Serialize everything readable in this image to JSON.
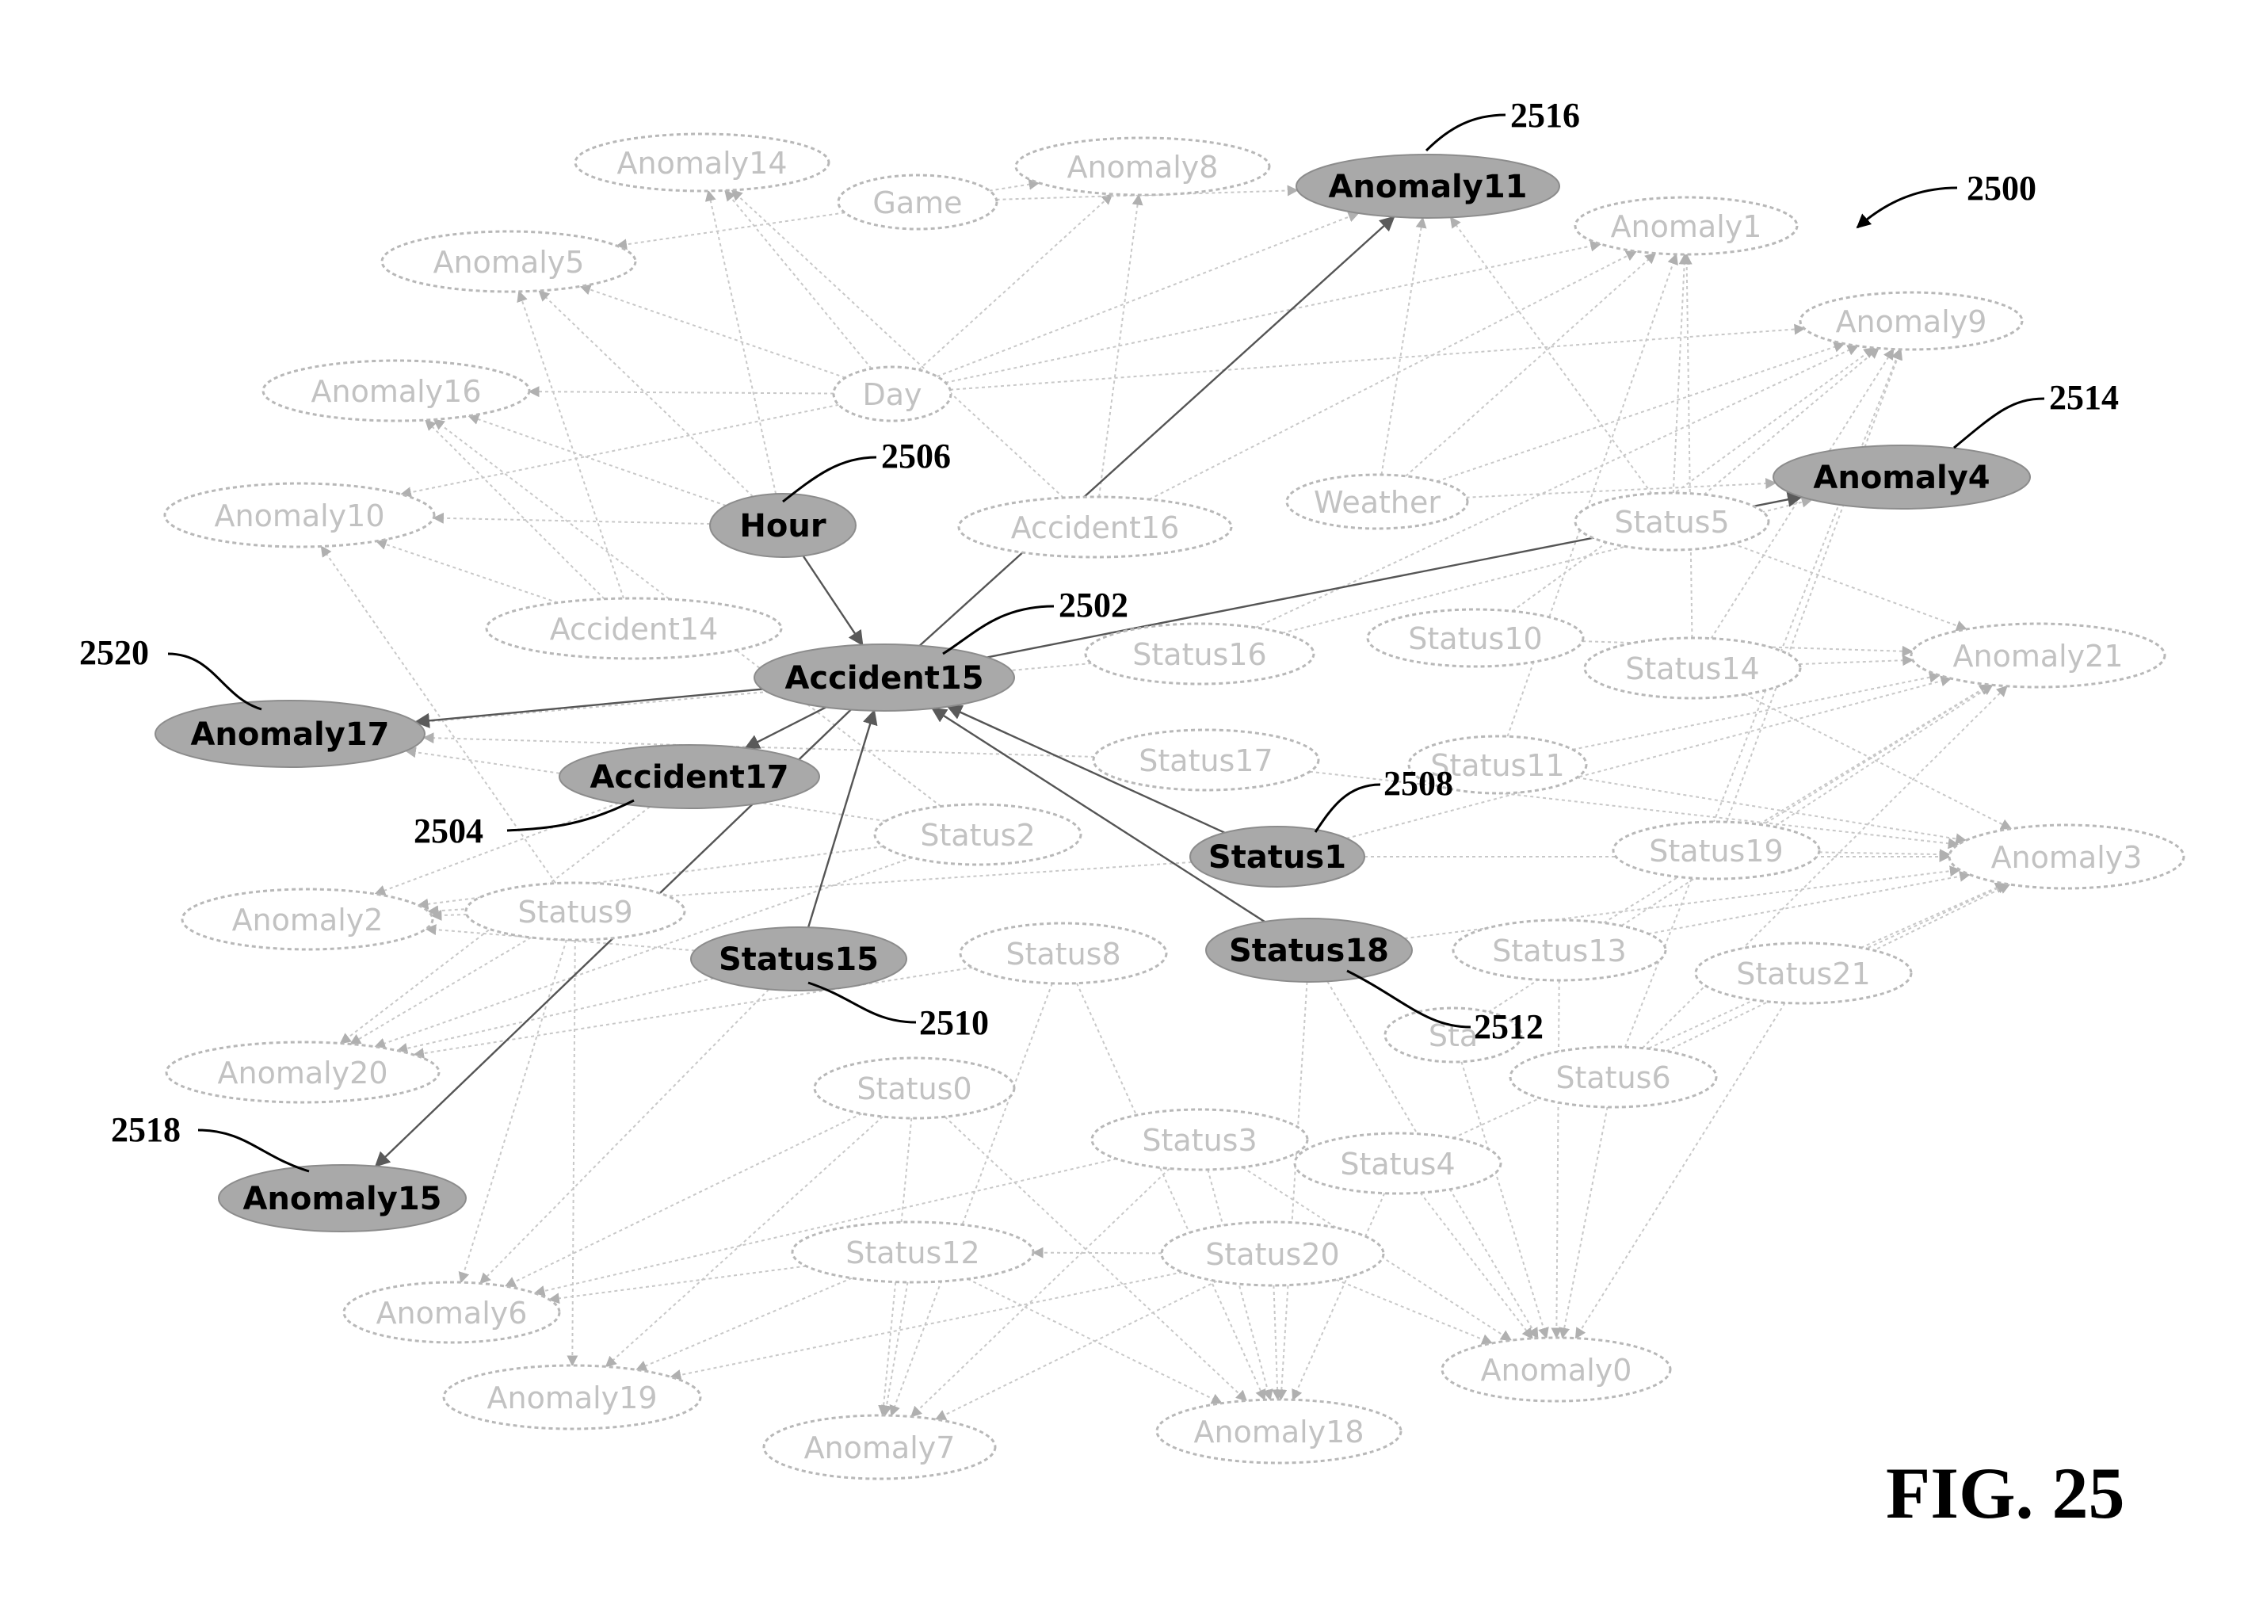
{
  "figure": {
    "title": "FIG. 25",
    "reference": "2500"
  },
  "nodes": [
    {
      "id": "Anomaly14",
      "label": "Anomaly14",
      "highlight": false
    },
    {
      "id": "Anomaly8",
      "label": "Anomaly8",
      "highlight": false
    },
    {
      "id": "Anomaly11",
      "label": "Anomaly11",
      "highlight": true
    },
    {
      "id": "Game",
      "label": "Game",
      "highlight": false
    },
    {
      "id": "Anomaly1",
      "label": "Anomaly1",
      "highlight": false
    },
    {
      "id": "Anomaly5",
      "label": "Anomaly5",
      "highlight": false
    },
    {
      "id": "Anomaly9",
      "label": "Anomaly9",
      "highlight": false
    },
    {
      "id": "Anomaly16",
      "label": "Anomaly16",
      "highlight": false
    },
    {
      "id": "Day",
      "label": "Day",
      "highlight": false
    },
    {
      "id": "Anomaly4",
      "label": "Anomaly4",
      "highlight": true
    },
    {
      "id": "Anomaly10",
      "label": "Anomaly10",
      "highlight": false
    },
    {
      "id": "Hour",
      "label": "Hour",
      "highlight": true
    },
    {
      "id": "Accident16",
      "label": "Accident16",
      "highlight": false
    },
    {
      "id": "Weather",
      "label": "Weather",
      "highlight": false
    },
    {
      "id": "Status5",
      "label": "Status5",
      "highlight": false
    },
    {
      "id": "Accident14",
      "label": "Accident14",
      "highlight": false
    },
    {
      "id": "Status16",
      "label": "Status16",
      "highlight": false
    },
    {
      "id": "Status10",
      "label": "Status10",
      "highlight": false
    },
    {
      "id": "Status14",
      "label": "Status14",
      "highlight": false
    },
    {
      "id": "Anomaly21",
      "label": "Anomaly21",
      "highlight": false
    },
    {
      "id": "Accident15",
      "label": "Accident15",
      "highlight": true
    },
    {
      "id": "Anomaly17",
      "label": "Anomaly17",
      "highlight": true
    },
    {
      "id": "Status17",
      "label": "Status17",
      "highlight": false
    },
    {
      "id": "Status11",
      "label": "Status11",
      "highlight": false
    },
    {
      "id": "Accident17",
      "label": "Accident17",
      "highlight": true
    },
    {
      "id": "Status2",
      "label": "Status2",
      "highlight": false
    },
    {
      "id": "Status1",
      "label": "Status1",
      "highlight": true
    },
    {
      "id": "Status19",
      "label": "Status19",
      "highlight": false
    },
    {
      "id": "Anomaly3",
      "label": "Anomaly3",
      "highlight": false
    },
    {
      "id": "Anomaly2",
      "label": "Anomaly2",
      "highlight": false
    },
    {
      "id": "Status9",
      "label": "Status9",
      "highlight": false
    },
    {
      "id": "Status15",
      "label": "Status15",
      "highlight": true
    },
    {
      "id": "Status8",
      "label": "Status8",
      "highlight": false
    },
    {
      "id": "Status18",
      "label": "Status18",
      "highlight": true
    },
    {
      "id": "Status13",
      "label": "Status13",
      "highlight": false
    },
    {
      "id": "Status21",
      "label": "Status21",
      "highlight": false
    },
    {
      "id": "Status7",
      "label": "Sta",
      "highlight": false
    },
    {
      "id": "Anomaly20",
      "label": "Anomaly20",
      "highlight": false
    },
    {
      "id": "Status0",
      "label": "Status0",
      "highlight": false
    },
    {
      "id": "Status6",
      "label": "Status6",
      "highlight": false
    },
    {
      "id": "Anomaly15",
      "label": "Anomaly15",
      "highlight": true
    },
    {
      "id": "Status3",
      "label": "Status3",
      "highlight": false
    },
    {
      "id": "Status4",
      "label": "Status4",
      "highlight": false
    },
    {
      "id": "Status12",
      "label": "Status12",
      "highlight": false
    },
    {
      "id": "Status20",
      "label": "Status20",
      "highlight": false
    },
    {
      "id": "Anomaly6",
      "label": "Anomaly6",
      "highlight": false
    },
    {
      "id": "Anomaly0",
      "label": "Anomaly0",
      "highlight": false
    },
    {
      "id": "Anomaly19",
      "label": "Anomaly19",
      "highlight": false
    },
    {
      "id": "Anomaly7",
      "label": "Anomaly7",
      "highlight": false
    },
    {
      "id": "Anomaly18",
      "label": "Anomaly18",
      "highlight": false
    }
  ],
  "highlight_edges": [
    [
      "Hour",
      "Accident15"
    ],
    [
      "Accident15",
      "Anomaly17"
    ],
    [
      "Accident15",
      "Accident17"
    ],
    [
      "Accident15",
      "Anomaly11"
    ],
    [
      "Accident15",
      "Anomaly4"
    ],
    [
      "Status1",
      "Accident15"
    ],
    [
      "Status18",
      "Accident15"
    ],
    [
      "Status15",
      "Accident15"
    ],
    [
      "Accident15",
      "Anomaly15"
    ]
  ],
  "background_edges": [
    [
      "Day",
      "Anomaly14"
    ],
    [
      "Day",
      "Anomaly8"
    ],
    [
      "Day",
      "Anomaly11"
    ],
    [
      "Day",
      "Anomaly1"
    ],
    [
      "Day",
      "Anomaly5"
    ],
    [
      "Day",
      "Anomaly9"
    ],
    [
      "Day",
      "Anomaly16"
    ],
    [
      "Day",
      "Anomaly10"
    ],
    [
      "Game",
      "Anomaly8"
    ],
    [
      "Game",
      "Anomaly5"
    ],
    [
      "Game",
      "Anomaly11"
    ],
    [
      "Hour",
      "Anomaly14"
    ],
    [
      "Hour",
      "Anomaly16"
    ],
    [
      "Hour",
      "Anomaly10"
    ],
    [
      "Hour",
      "Anomaly5"
    ],
    [
      "Weather",
      "Anomaly11"
    ],
    [
      "Weather",
      "Anomaly1"
    ],
    [
      "Weather",
      "Anomaly9"
    ],
    [
      "Weather",
      "Anomaly4"
    ],
    [
      "Accident16",
      "Anomaly8"
    ],
    [
      "Accident16",
      "Anomaly1"
    ],
    [
      "Accident16",
      "Anomaly14"
    ],
    [
      "Accident14",
      "Anomaly16"
    ],
    [
      "Accident14",
      "Anomaly10"
    ],
    [
      "Accident14",
      "Anomaly5"
    ],
    [
      "Status5",
      "Anomaly1"
    ],
    [
      "Status5",
      "Anomaly9"
    ],
    [
      "Status5",
      "Anomaly21"
    ],
    [
      "Status5",
      "Anomaly11"
    ],
    [
      "Status16",
      "Anomaly9"
    ],
    [
      "Status16",
      "Anomaly4"
    ],
    [
      "Status10",
      "Anomaly21"
    ],
    [
      "Status14",
      "Anomaly21"
    ],
    [
      "Status14",
      "Anomaly3"
    ],
    [
      "Status14",
      "Anomaly9"
    ],
    [
      "Status17",
      "Anomaly3"
    ],
    [
      "Status11",
      "Anomaly3"
    ],
    [
      "Status11",
      "Anomaly21"
    ],
    [
      "Status19",
      "Anomaly3"
    ],
    [
      "Status19",
      "Anomaly21"
    ],
    [
      "Status13",
      "Anomaly3"
    ],
    [
      "Status13",
      "Anomaly21"
    ],
    [
      "Status21",
      "Anomaly3"
    ],
    [
      "Status2",
      "Anomaly17"
    ],
    [
      "Status2",
      "Anomaly2"
    ],
    [
      "Status2",
      "Anomaly16"
    ],
    [
      "Status9",
      "Anomaly2"
    ],
    [
      "Status9",
      "Anomaly20"
    ],
    [
      "Status9",
      "Anomaly6"
    ],
    [
      "Status9",
      "Anomaly19"
    ],
    [
      "Status9",
      "Anomaly10"
    ],
    [
      "Status8",
      "Anomaly7"
    ],
    [
      "Status8",
      "Anomaly18"
    ],
    [
      "Status8",
      "Anomaly20"
    ],
    [
      "Status0",
      "Anomaly7"
    ],
    [
      "Status0",
      "Anomaly19"
    ],
    [
      "Status0",
      "Anomaly6"
    ],
    [
      "Status0",
      "Anomaly18"
    ],
    [
      "Status3",
      "Anomaly18"
    ],
    [
      "Status3",
      "Anomaly7"
    ],
    [
      "Status3",
      "Anomaly0"
    ],
    [
      "Status4",
      "Anomaly0"
    ],
    [
      "Status4",
      "Anomaly18"
    ],
    [
      "Status6",
      "Anomaly0"
    ],
    [
      "Status6",
      "Anomaly3"
    ],
    [
      "Status6",
      "Anomaly21"
    ],
    [
      "Status7",
      "Anomaly0"
    ],
    [
      "Status7",
      "Anomaly21"
    ],
    [
      "Status12",
      "Anomaly7"
    ],
    [
      "Status12",
      "Anomaly19"
    ],
    [
      "Status12",
      "Anomaly6"
    ],
    [
      "Status12",
      "Anomaly18"
    ],
    [
      "Status20",
      "Anomaly18"
    ],
    [
      "Status20",
      "Anomaly7"
    ],
    [
      "Status20",
      "Anomaly0"
    ],
    [
      "Status20",
      "Anomaly19"
    ],
    [
      "Status20",
      "Status12"
    ],
    [
      "Status15",
      "Anomaly20"
    ],
    [
      "Status15",
      "Anomaly6"
    ],
    [
      "Status15",
      "Anomaly2"
    ],
    [
      "Status18",
      "Anomaly18"
    ],
    [
      "Status18",
      "Anomaly0"
    ],
    [
      "Status18",
      "Anomaly3"
    ],
    [
      "Status1",
      "Anomaly21"
    ],
    [
      "Status1",
      "Anomaly3"
    ],
    [
      "Status1",
      "Anomaly2"
    ],
    [
      "Accident17",
      "Anomaly2"
    ],
    [
      "Accident17",
      "Anomaly20"
    ],
    [
      "Status13",
      "Anomaly0"
    ],
    [
      "Status21",
      "Anomaly0"
    ],
    [
      "Status10",
      "Anomaly9"
    ],
    [
      "Status17",
      "Anomaly17"
    ],
    [
      "Status2",
      "Anomaly20"
    ],
    [
      "Status16",
      "Anomaly17"
    ],
    [
      "Status19",
      "Anomaly9"
    ],
    [
      "Status11",
      "Anomaly1"
    ],
    [
      "Status14",
      "Anomaly1"
    ],
    [
      "Status3",
      "Anomaly6"
    ],
    [
      "Status4",
      "Anomaly3"
    ],
    [
      "Status6",
      "Anomaly9"
    ]
  ],
  "references": [
    {
      "label": "2516",
      "target": "Anomaly11"
    },
    {
      "label": "2500",
      "target": "figure"
    },
    {
      "label": "2514",
      "target": "Anomaly4"
    },
    {
      "label": "2506",
      "target": "Hour"
    },
    {
      "label": "2502",
      "target": "Accident15"
    },
    {
      "label": "2520",
      "target": "Anomaly17"
    },
    {
      "label": "2508",
      "target": "Status1"
    },
    {
      "label": "2504",
      "target": "Accident17"
    },
    {
      "label": "2510",
      "target": "Status15"
    },
    {
      "label": "2512",
      "target": "Status18"
    },
    {
      "label": "2518",
      "target": "Anomaly15"
    }
  ]
}
